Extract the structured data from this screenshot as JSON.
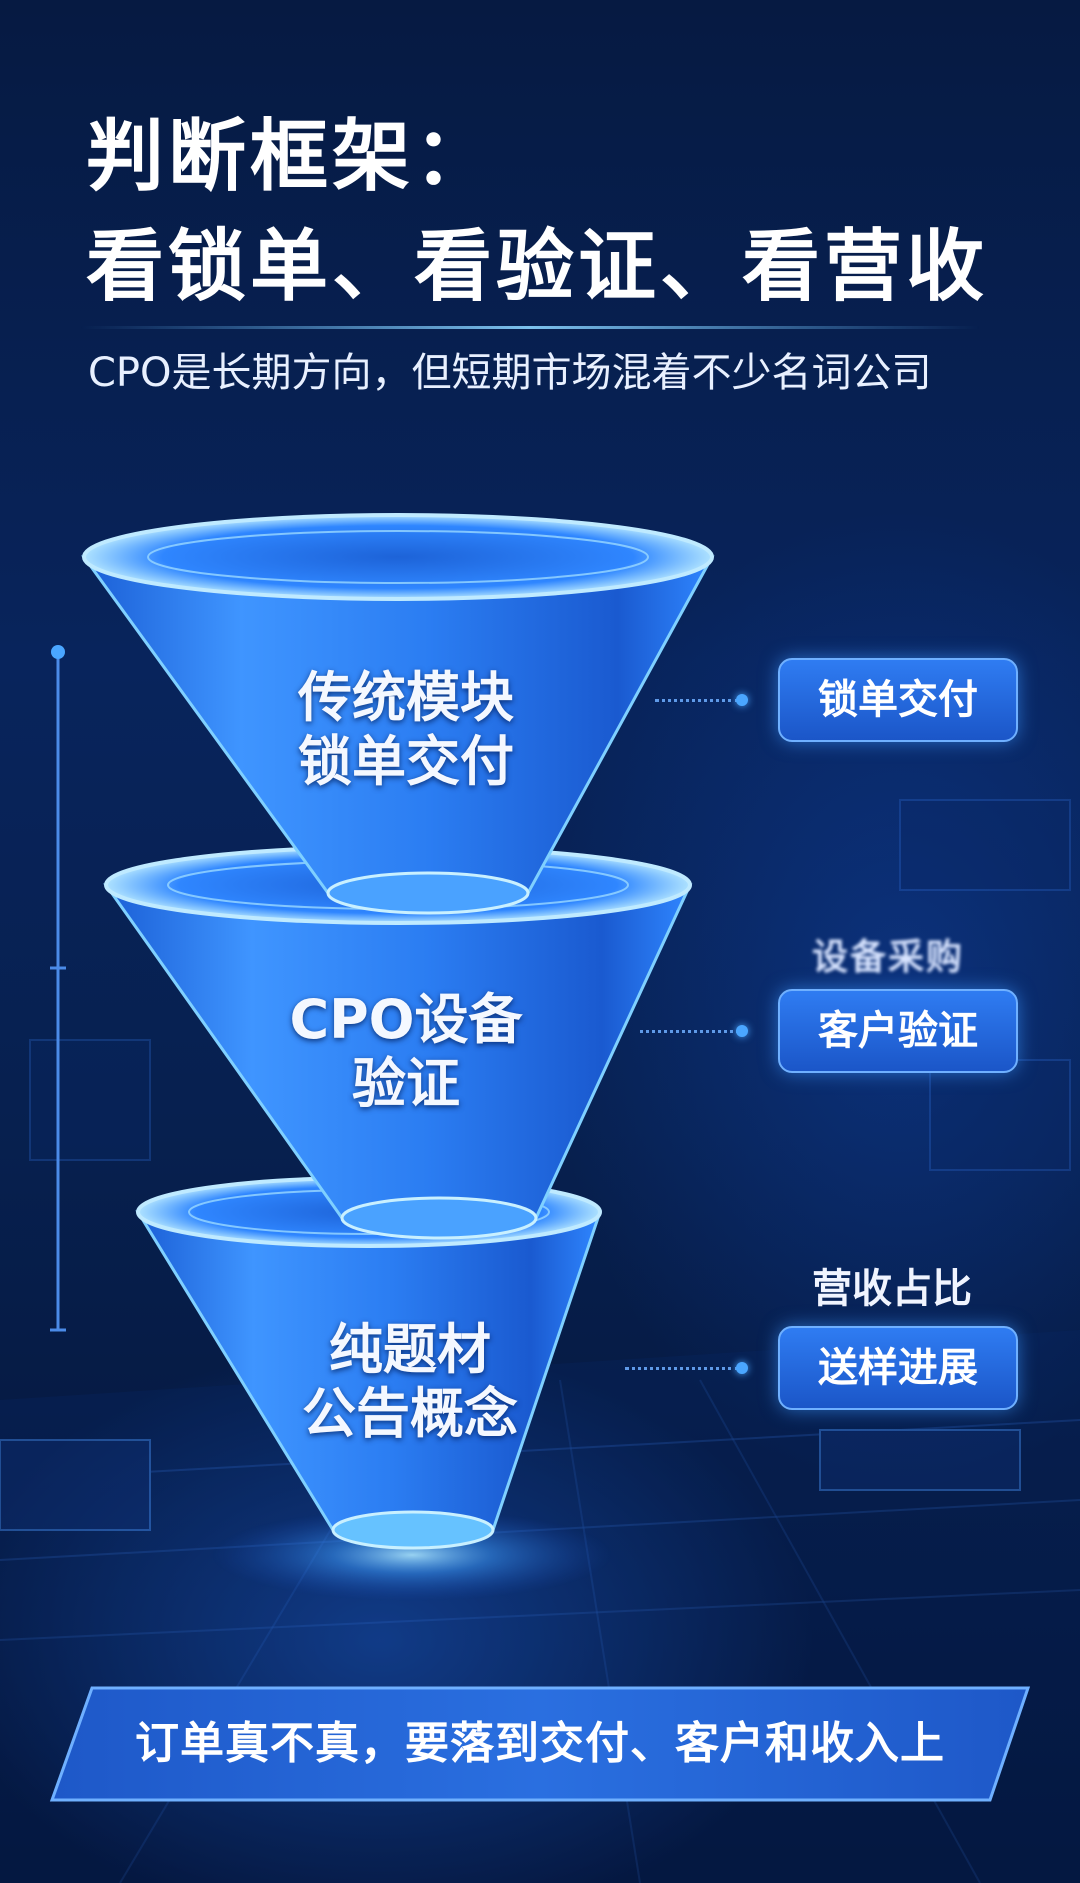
{
  "header": {
    "title_line1": "判断框架：",
    "title_line2": "看锁单、看验证、看营收",
    "subtitle": "CPO是长期方向，但短期市场混着不少名词公司"
  },
  "funnel": {
    "tiers": [
      {
        "line1": "传统模块",
        "line2": "锁单交付"
      },
      {
        "line1": "CPO设备",
        "line2": "验证"
      },
      {
        "line1": "纯题材",
        "line2": "公告概念"
      }
    ]
  },
  "side_labels": {
    "tags": [
      "锁单交付",
      "客户验证",
      "送样进展"
    ],
    "note_garbled": "设备采购",
    "note_revenue": "营收占比"
  },
  "footer": {
    "banner_text": "订单真不真，要落到交付、客户和收入上"
  },
  "colors": {
    "background": "#061a42",
    "funnel_blue": "#2a7cf0",
    "glow": "#7fd0ff",
    "tag_fill": "#2f7cf2"
  }
}
